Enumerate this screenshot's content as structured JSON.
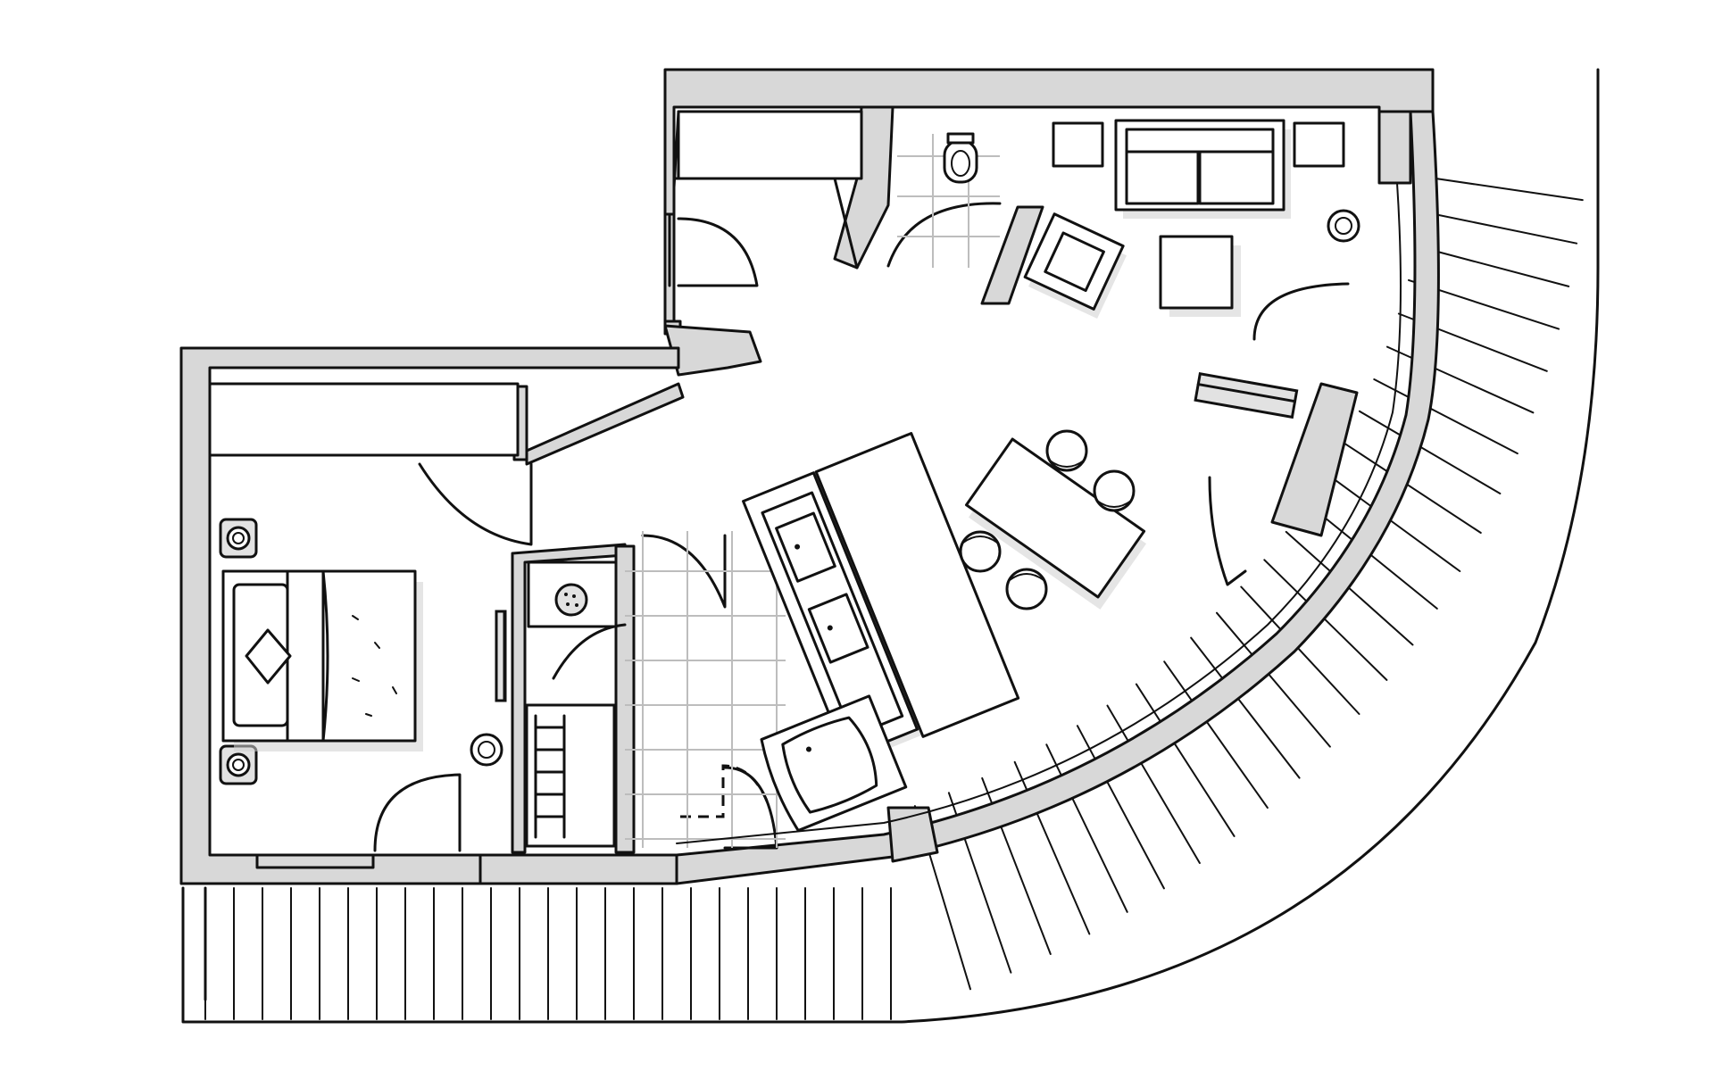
{
  "diagram": {
    "kind": "apartment-floor-plan",
    "style": "black-ink-line-drawing",
    "colors": {
      "wall_fill": "#d8d8d8",
      "ink": "#111111",
      "floor": "#ffffff",
      "tile_grid": "#bdbdbd",
      "shadow": "#cfcfcf"
    },
    "rooms": [
      {
        "id": "bedroom",
        "contains": [
          "double-bed",
          "pillow",
          "nightstand-lamp",
          "nightstand-lamp",
          "wall-tv",
          "floor-lamp"
        ]
      },
      {
        "id": "entry-corridor",
        "contains": [
          "entry-door",
          "closet"
        ]
      },
      {
        "id": "guest-wc",
        "contains": [
          "toilet"
        ]
      },
      {
        "id": "living-dining",
        "contains": [
          "sofa",
          "armchair",
          "side-table",
          "coffee-table",
          "floor-lamp",
          "dining-table",
          "chair",
          "chair",
          "chair",
          "chair",
          "tv-console"
        ]
      },
      {
        "id": "bathroom",
        "contains": [
          "shower",
          "sauna-bench",
          "double-vanity",
          "sink",
          "sink",
          "corner-bathtub"
        ]
      },
      {
        "id": "wraparound-terrace",
        "contains": [
          "deck-planks"
        ]
      }
    ]
  }
}
